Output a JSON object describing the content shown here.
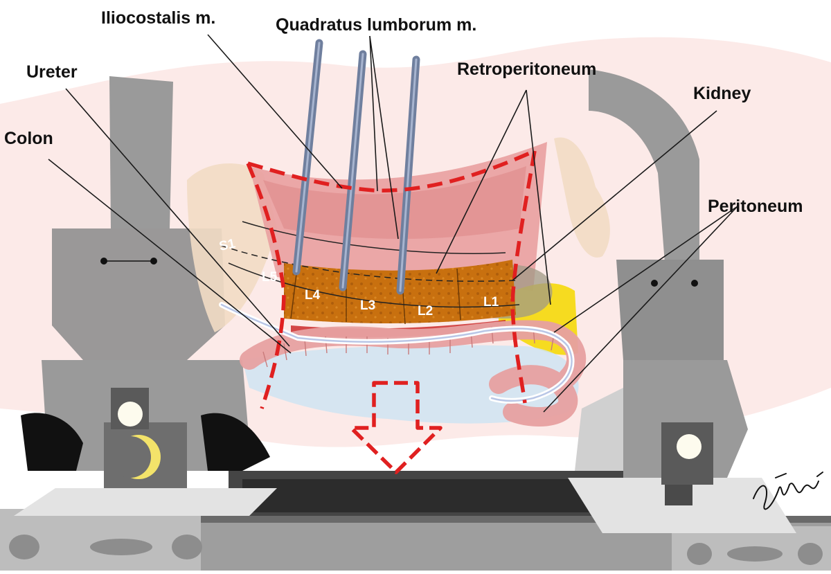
{
  "labels": {
    "iliocostalis": "Iliocostalis m.",
    "quadratus": "Quadratus lumborum m.",
    "ureter": "Ureter",
    "retroperitoneum": "Retroperitoneum",
    "kidney": "Kidney",
    "colon": "Colon",
    "peritoneum": "Peritoneum"
  },
  "vertebrae": {
    "s1": "S1",
    "l5": "L5",
    "l4": "L4",
    "l3": "L3",
    "l2": "L2",
    "l1": "L1"
  },
  "colors": {
    "incision": "#e02020",
    "muscle": "#e9a0a0",
    "vertebra": "#c8700f",
    "fat": "#f5d90a",
    "retractor": "#6f7f9e",
    "frame": "#9a9a9a"
  }
}
